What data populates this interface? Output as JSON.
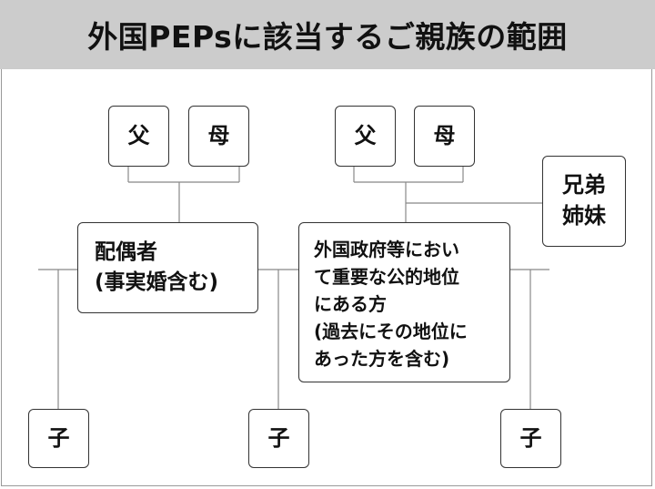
{
  "title": "外国PEPsに該当するご親族の範囲",
  "nodes": {
    "father_left": "父",
    "mother_left": "母",
    "father_right": "父",
    "mother_right": "母",
    "siblings": "兄弟\n姉妹",
    "spouse": "配偶者\n(事実婚含む)",
    "pep": "外国政府等におい\nて重要な公的地位\nにある方\n(過去にその地位に\nあった方を含む)",
    "child_left": "子",
    "child_middle": "子",
    "child_right": "子"
  },
  "colors": {
    "header_background": "#cccccc",
    "box_border": "#333333",
    "line": "#888888"
  }
}
